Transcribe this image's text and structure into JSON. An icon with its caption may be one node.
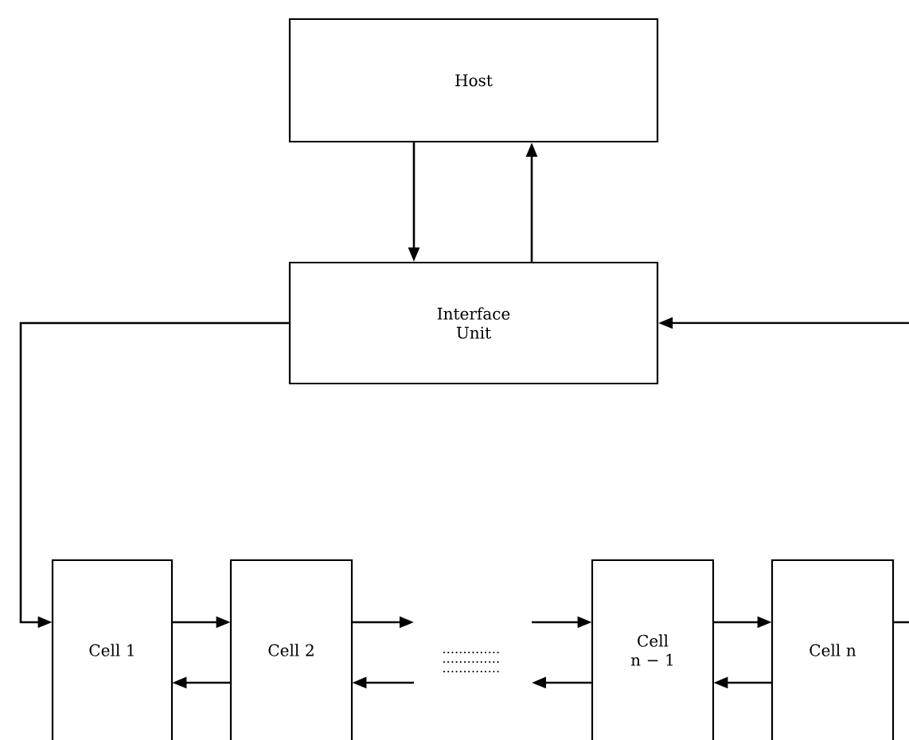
{
  "diagram": {
    "nodes": [
      {
        "text": [
          "Host"
        ]
      },
      {
        "text": [
          "Interface Unit"
        ]
      },
      {
        "text": [
          "Cell 1"
        ]
      },
      {
        "text": [
          "Cell 2"
        ]
      },
      {
        "text": [
          "Cell n − 1"
        ]
      },
      {
        "text": [
          "Cell n"
        ]
      }
    ],
    "edges": [
      {
        "from": 0,
        "to": 1,
        "arrow": "to"
      },
      {
        "from": 1,
        "to": 0,
        "arrow": "to"
      },
      {
        "from": 1,
        "to": 2,
        "arrow": "to"
      },
      {
        "from": 2,
        "to": 3,
        "arrow": "to"
      },
      {
        "from": 3,
        "to": 2,
        "arrow": "to"
      },
      {
        "from": 3,
        "to": null,
        "arrow": "to"
      },
      {
        "from": null,
        "to": 3,
        "arrow": "to"
      },
      {
        "from": null,
        "to": 4,
        "arrow": "to"
      },
      {
        "from": 4,
        "to": null,
        "arrow": "to"
      },
      {
        "from": 4,
        "to": 5,
        "arrow": "to"
      },
      {
        "from": 5,
        "to": 4,
        "arrow": "to"
      },
      {
        "from": 5,
        "to": null,
        "arrow": "none"
      },
      {
        "from": null,
        "to": 1,
        "arrow": "to"
      }
    ]
  }
}
